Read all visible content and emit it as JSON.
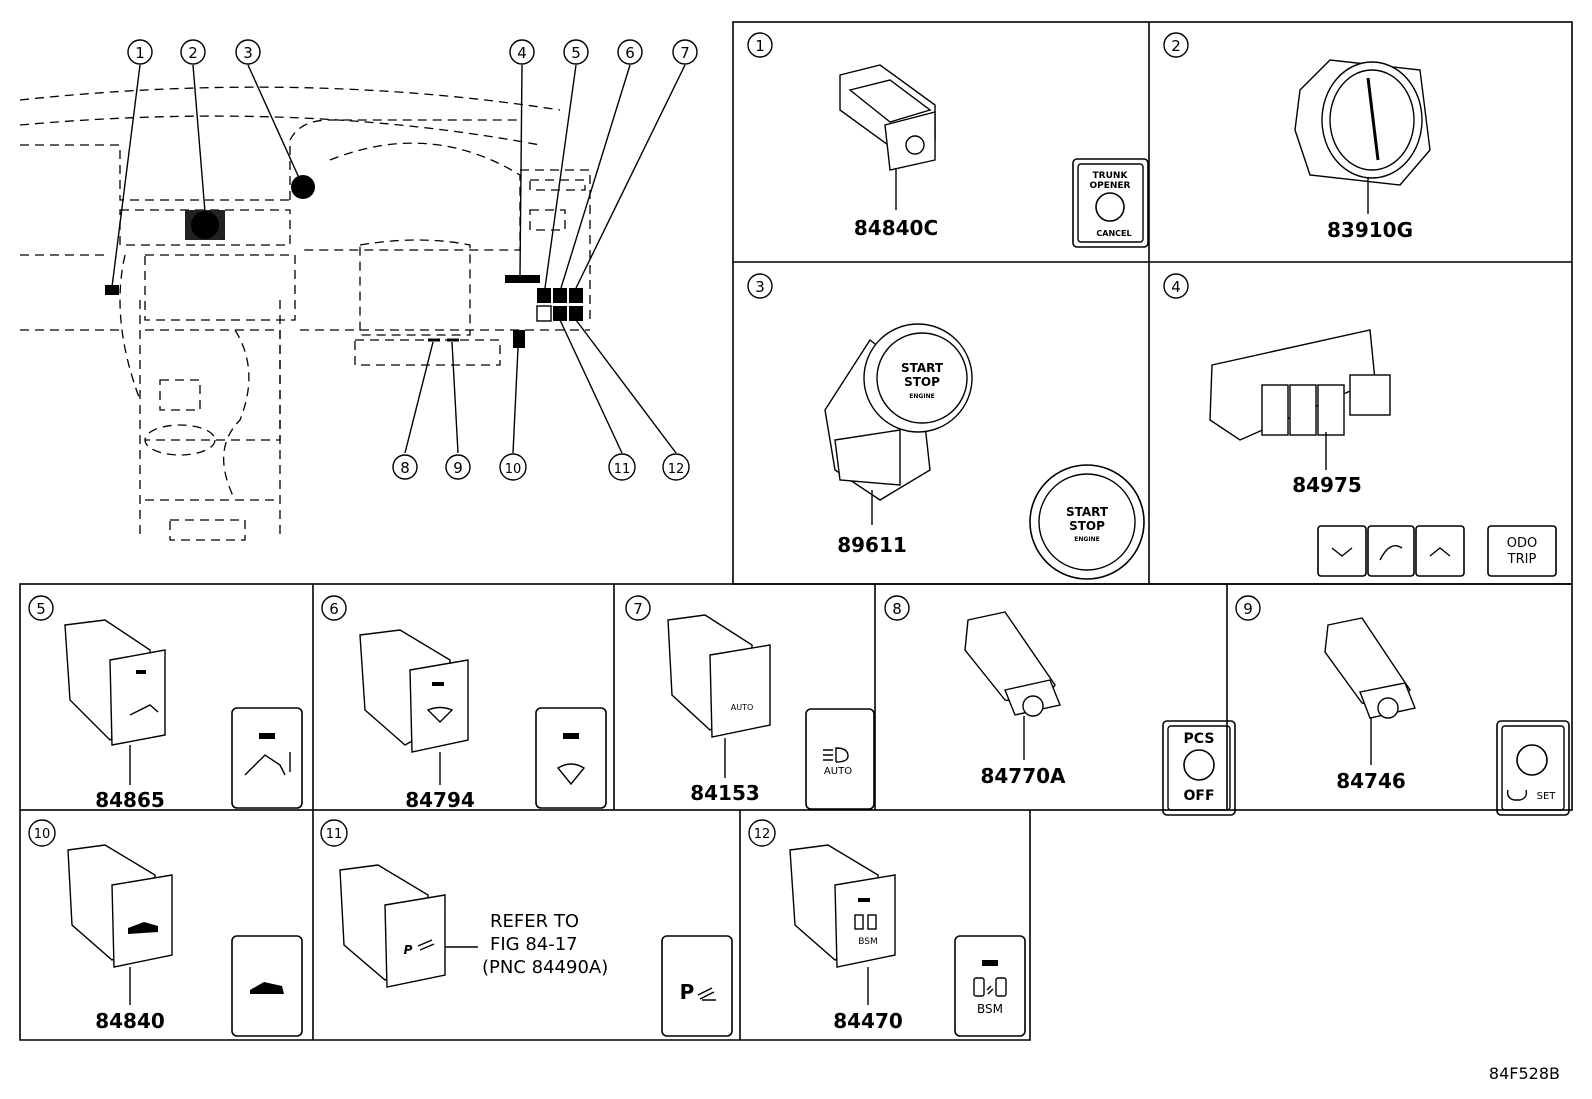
{
  "figure_code": "84F528B",
  "overview_callouts": [
    "1",
    "2",
    "3",
    "4",
    "5",
    "6",
    "7",
    "8",
    "9",
    "10",
    "11",
    "12"
  ],
  "panels": [
    {
      "num": "1",
      "part_number": "84840C",
      "face_lines": [
        "TRUNK",
        "OPENER",
        "CANCEL"
      ]
    },
    {
      "num": "2",
      "part_number": "83910G"
    },
    {
      "num": "3",
      "part_number": "89611",
      "face_lines": [
        "START",
        "STOP",
        "ENGINE"
      ]
    },
    {
      "num": "4",
      "part_number": "84975",
      "face_lines": [
        "ODO",
        "TRIP"
      ]
    },
    {
      "num": "5",
      "part_number": "84865"
    },
    {
      "num": "6",
      "part_number": "84794"
    },
    {
      "num": "7",
      "part_number": "84153",
      "face_lines": [
        "AUTO"
      ]
    },
    {
      "num": "8",
      "part_number": "84770A",
      "face_lines": [
        "PCS",
        "OFF"
      ]
    },
    {
      "num": "9",
      "part_number": "84746",
      "face_lines": [
        "SET"
      ]
    },
    {
      "num": "10",
      "part_number": "84840"
    },
    {
      "num": "11",
      "refer_lines": [
        "REFER TO",
        "FIG 84-17",
        "(PNC 84490A)"
      ],
      "face_lines": [
        "P"
      ]
    },
    {
      "num": "12",
      "part_number": "84470",
      "face_lines": [
        "BSM"
      ]
    }
  ],
  "icons": [
    "trunk-opener-switch-icon",
    "clock-icon",
    "start-stop-button-icon",
    "meter-control-switch-icon",
    "rear-suspension-switch-icon",
    "windshield-deicer-icon",
    "auto-headlight-icon",
    "pcs-off-switch-icon",
    "cruise-set-switch-icon",
    "trunk-icon",
    "parking-sensor-icon",
    "bsm-icon"
  ]
}
